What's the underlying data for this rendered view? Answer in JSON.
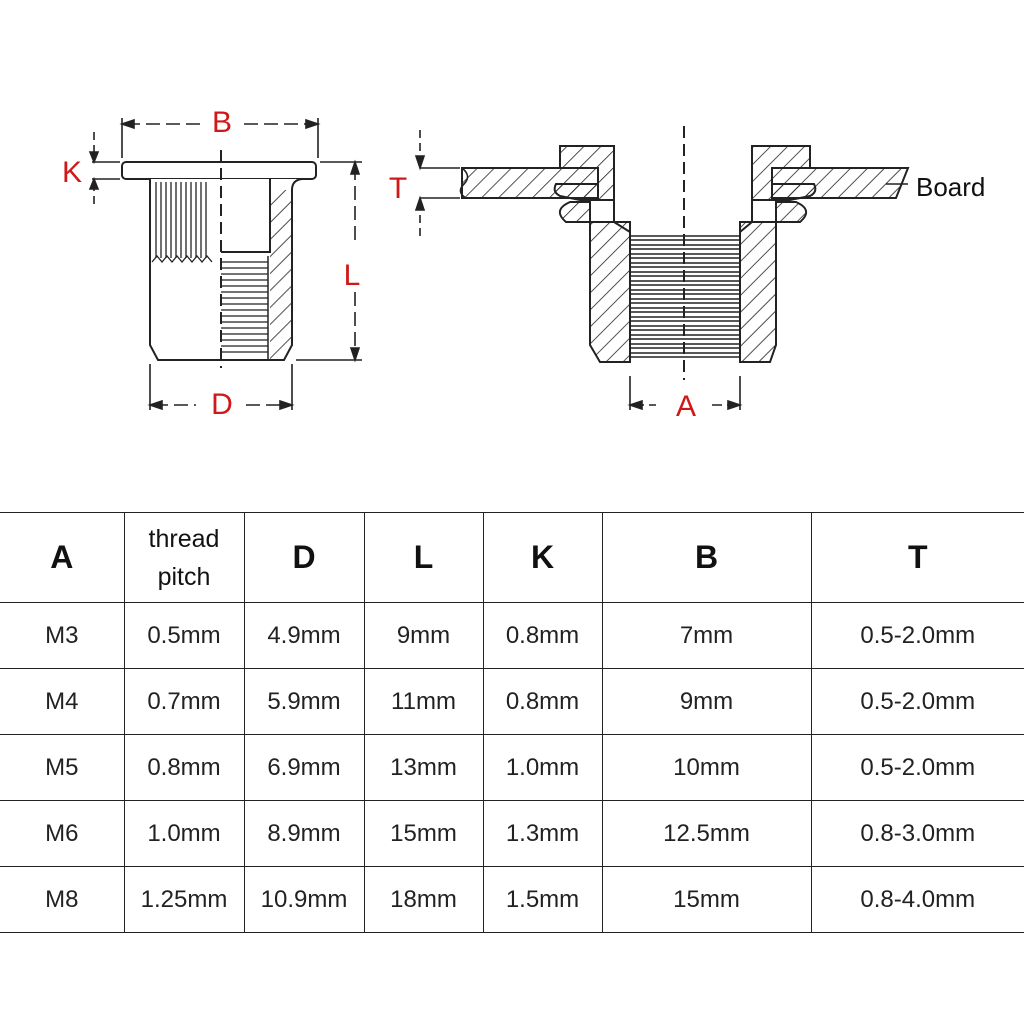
{
  "diagram": {
    "labels": {
      "B": "B",
      "K": "K",
      "L": "L",
      "D": "D",
      "T": "T",
      "A": "A"
    },
    "board_label": "Board",
    "label_color": "#d01818"
  },
  "table": {
    "headers": [
      "A",
      "thread pitch",
      "D",
      "L",
      "K",
      "B",
      "T"
    ],
    "header_pitch_lines": [
      "thread",
      "pitch"
    ],
    "rows": [
      [
        "M3",
        "0.5mm",
        "4.9mm",
        "9mm",
        "0.8mm",
        "7mm",
        "0.5-2.0mm"
      ],
      [
        "M4",
        "0.7mm",
        "5.9mm",
        "11mm",
        "0.8mm",
        "9mm",
        "0.5-2.0mm"
      ],
      [
        "M5",
        "0.8mm",
        "6.9mm",
        "13mm",
        "1.0mm",
        "10mm",
        "0.5-2.0mm"
      ],
      [
        "M6",
        "1.0mm",
        "8.9mm",
        "15mm",
        "1.3mm",
        "12.5mm",
        "0.8-3.0mm"
      ],
      [
        "M8",
        "1.25mm",
        "10.9mm",
        "18mm",
        "1.5mm",
        "15mm",
        "0.8-4.0mm"
      ]
    ]
  }
}
